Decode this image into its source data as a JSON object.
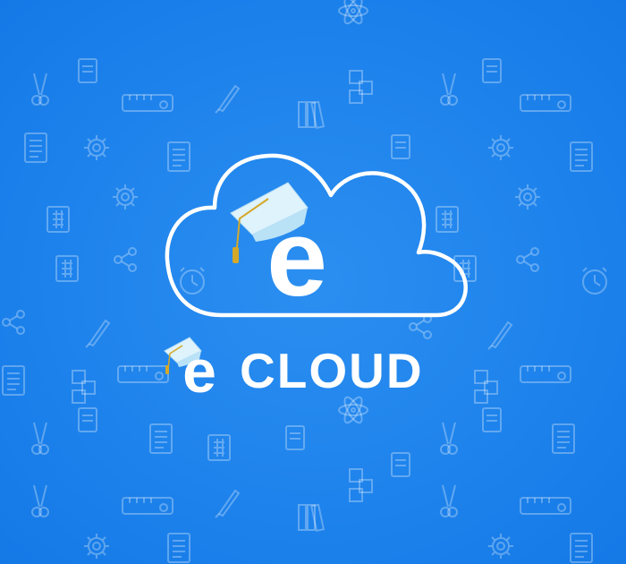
{
  "brand": {
    "name_small_e": "e",
    "name_word": "CLOUD",
    "logo_letter": "e"
  },
  "colors": {
    "background": "#1e83ec",
    "line": "#ffffff",
    "cap": "#d8f0fc",
    "tassel": "#d4a82a"
  },
  "icons": [
    "scissors-icon",
    "gear-icon",
    "book-icon",
    "clipboard-icon",
    "share-icon",
    "atom-icon",
    "ruler-icon",
    "brush-icon",
    "blocks-icon",
    "calculator-icon",
    "clock-icon",
    "books-icon"
  ]
}
